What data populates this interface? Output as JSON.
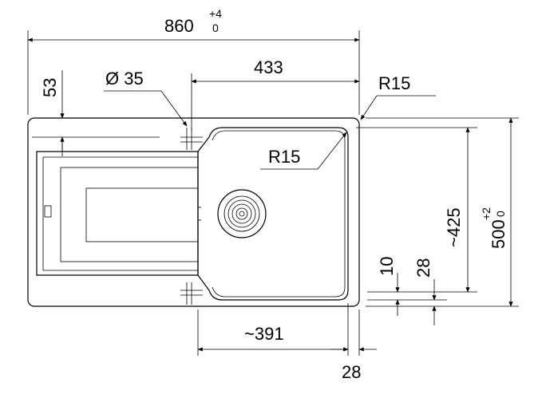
{
  "dimensions": {
    "overall_width": {
      "value": "860",
      "tol_upper": "+4",
      "tol_lower": "0"
    },
    "overall_depth": {
      "value": "500",
      "tol_upper": "+2",
      "tol_lower": "0"
    },
    "bowl_width": "433",
    "bowl_depth": "~425",
    "bowl_bottom_width": "~391",
    "front_offset": "53",
    "tap_hole": "Ø 35",
    "corner_radius_outer": "R15",
    "corner_radius_bowl": "R15",
    "dim_10": "10",
    "dim_28_vertical": "28",
    "dim_28_horizontal": "28"
  }
}
